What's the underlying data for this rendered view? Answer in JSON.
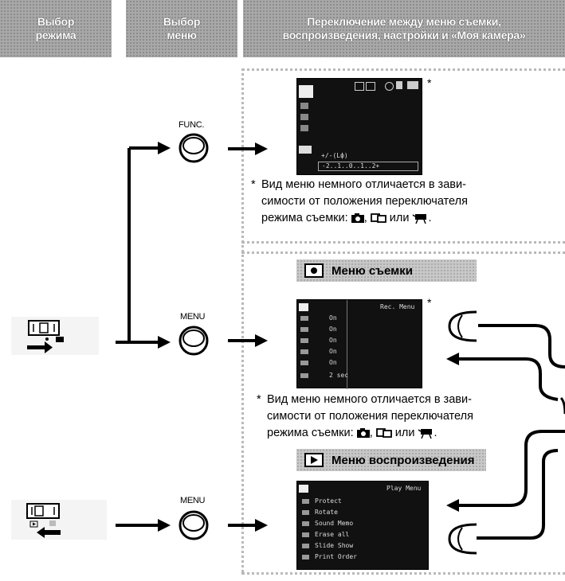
{
  "headers": {
    "mode": "Выбор\nрежима",
    "menu": "Выбор\nменю",
    "switch": "Переключение между меню съемки,\nвоспроизведения, настройки и «Моя камера»"
  },
  "buttons": {
    "func": "FUNC.",
    "menu1": "MENU",
    "menu2": "MENU"
  },
  "func_screen": {
    "star": "*",
    "bottom_text": "+/-(Lф)",
    "scale": "-2..1..0..1..2+"
  },
  "note1": {
    "star": "*",
    "line1": "Вид меню немного отличается в зави-",
    "line2": "симости от положения переключателя",
    "line3_prefix": "режима съемки: ",
    "line3_sep": ", ",
    "line3_or": " или ",
    "line3_end": "."
  },
  "rec_section": {
    "title": "Меню съемки"
  },
  "rec_screen": {
    "star": "*",
    "header": "Rec. Menu",
    "values": [
      "On",
      "On",
      "On",
      "On",
      "On",
      "2 sec"
    ]
  },
  "note2": {
    "star": "*",
    "line1": "Вид меню немного отличается в зави-",
    "line2": "симости от положения переключателя",
    "line3_prefix": "режима съемки: ",
    "line3_sep": ", ",
    "line3_or": " или ",
    "line3_end": "."
  },
  "play_section": {
    "title": "Меню воспроизведения"
  },
  "play_screen": {
    "header": "Play Menu",
    "items": [
      "Protect",
      "Rotate",
      "Sound Memo",
      "Erase all",
      "Slide Show",
      "Print Order"
    ]
  },
  "colors": {
    "header_bg": "#a8a8a8",
    "dotted_border": "#b9b9b9",
    "screen_bg": "#111111"
  }
}
